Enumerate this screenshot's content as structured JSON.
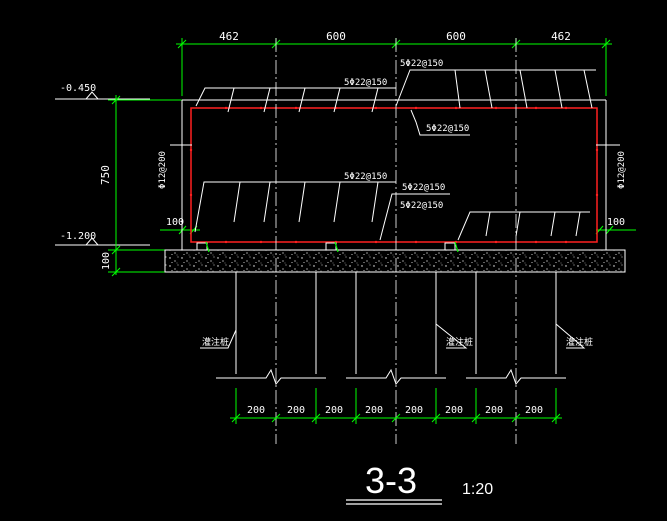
{
  "drawing": {
    "section_title": "3-3",
    "scale": "1:20",
    "top_dims": [
      "462",
      "600",
      "600",
      "462"
    ],
    "bottom_dims": [
      "200",
      "200",
      "200",
      "200",
      "200",
      "200",
      "200",
      "200"
    ],
    "elev_top": "-0.450",
    "elev_bottom": "-1.200",
    "height_dim": "750",
    "cushion_dim": "100",
    "side_cover_left": "100",
    "side_cover_right": "100",
    "rebar_top_1": "5Φ22@150",
    "rebar_top_2": "5Φ22@150",
    "rebar_top_3": "5Φ22@150",
    "rebar_bot_1": "5Φ22@150",
    "rebar_bot_2": "5Φ22@150",
    "rebar_bot_3": "5Φ22@150",
    "side_rebar_left": "Φ12@200",
    "side_rebar_right": "Φ12@200",
    "pile_label_1": "灌注桩",
    "pile_label_2": "灌注桩",
    "pile_label_3": "灌注桩"
  },
  "colors": {
    "background": "#000000",
    "outline": "#ffffff",
    "dimension": "#00ff00",
    "rebar": "#ff2020"
  }
}
